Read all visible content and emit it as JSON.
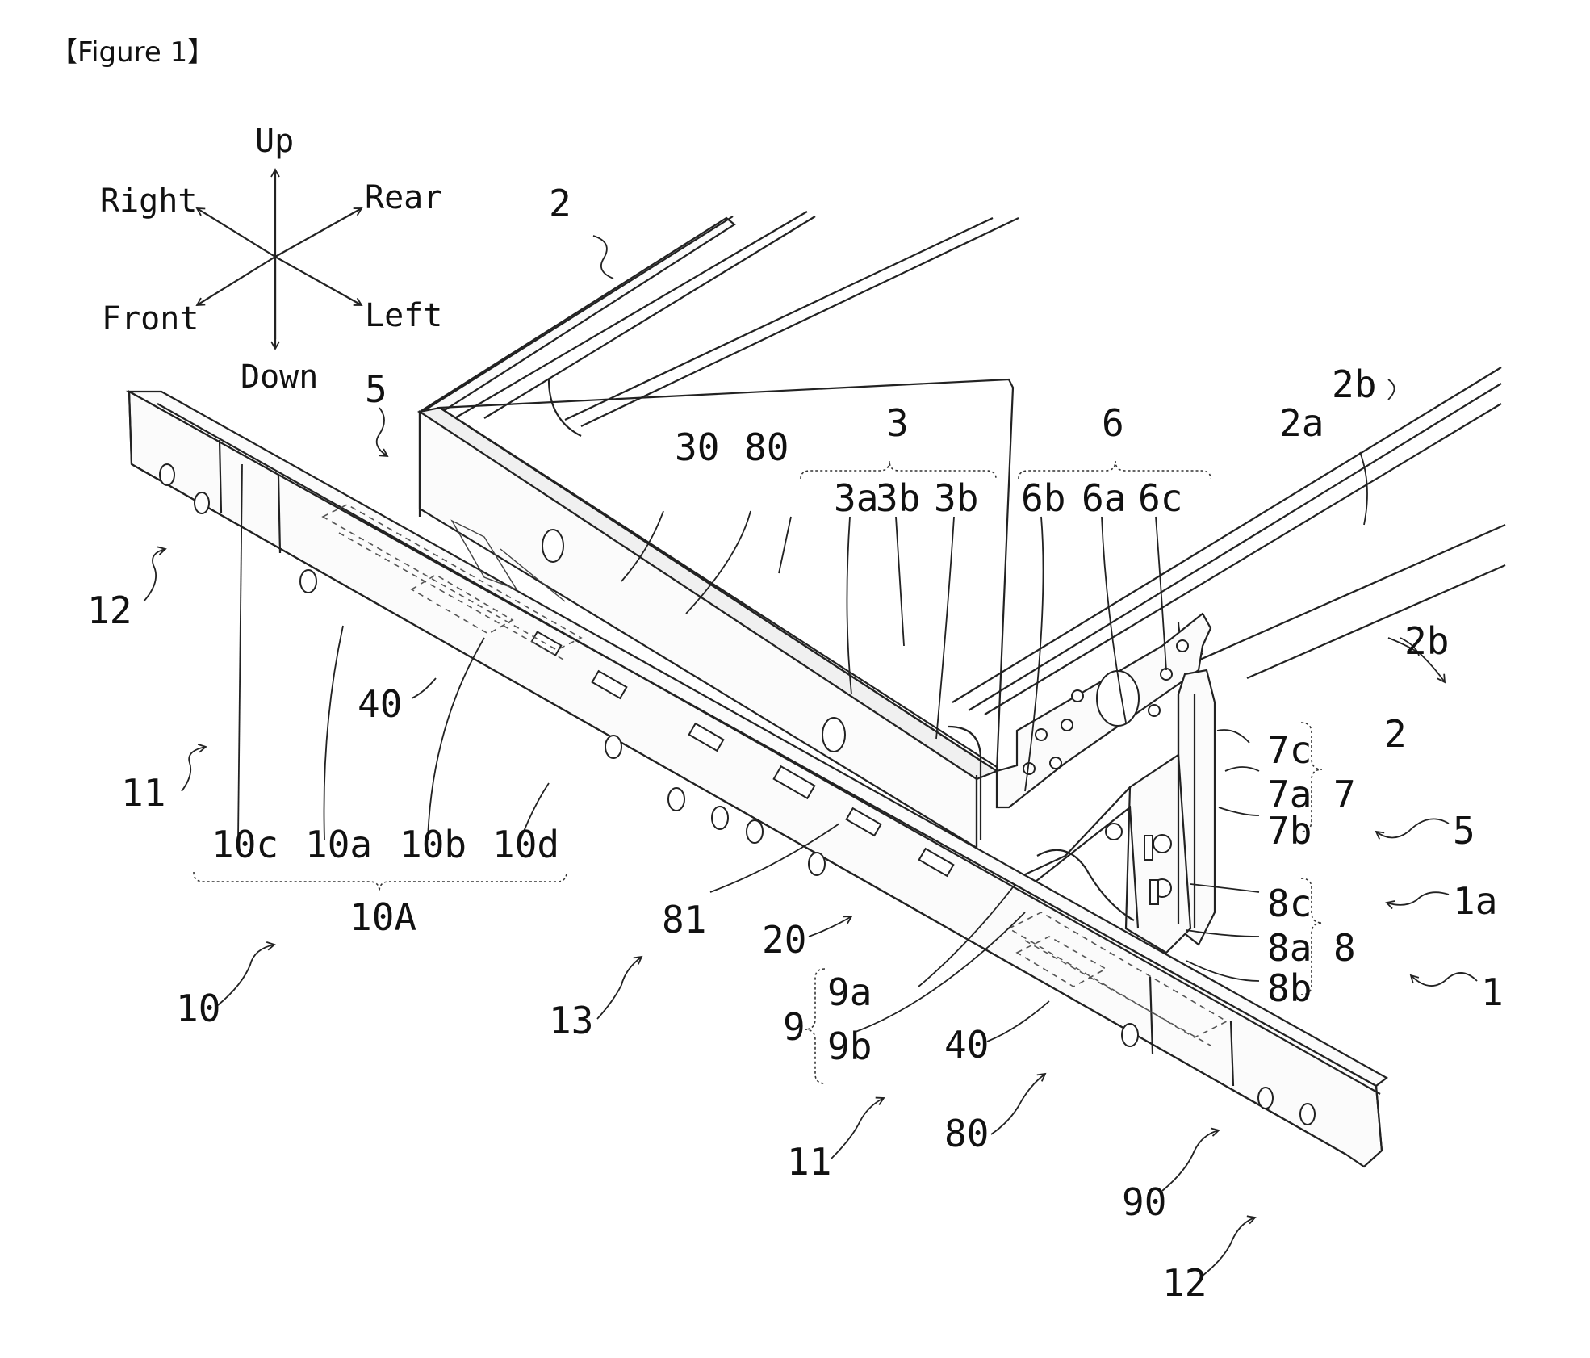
{
  "figure": {
    "caption": "【Figure 1】"
  },
  "directions": {
    "up": "Up",
    "down": "Down",
    "right": "Right",
    "left": "Left",
    "front": "Front",
    "rear": "Rear"
  },
  "labels": {
    "l_2_top": "2",
    "l_5_top": "5",
    "l_3": "3",
    "l_6": "6",
    "l_2b_top": "2b",
    "l_2a": "2a",
    "l_30": "30",
    "l_80_top": "80",
    "l_3a": "3a",
    "l_3b_1": "3b",
    "l_3b_2": "3b",
    "l_6b": "6b",
    "l_6a": "6a",
    "l_6c": "6c",
    "l_2b_right": "2b",
    "l_2_right": "2",
    "l_12_left": "12",
    "l_40_left": "40",
    "l_11_left": "11",
    "l_10c": "10c",
    "l_10a": "10a",
    "l_10b": "10b",
    "l_10d": "10d",
    "l_10A": "10A",
    "l_10": "10",
    "l_13": "13",
    "l_81": "81",
    "l_20": "20",
    "l_7c": "7c",
    "l_7a": "7a",
    "l_7b": "7b",
    "l_7": "7",
    "l_5_right": "5",
    "l_8c": "8c",
    "l_8a": "8a",
    "l_8b": "8b",
    "l_8": "8",
    "l_1a": "1a",
    "l_1": "1",
    "l_9": "9",
    "l_9a": "9a",
    "l_9b": "9b",
    "l_40_mid": "40",
    "l_80_bottom": "80",
    "l_11_bottom": "11",
    "l_90": "90",
    "l_12_bottom": "12"
  }
}
